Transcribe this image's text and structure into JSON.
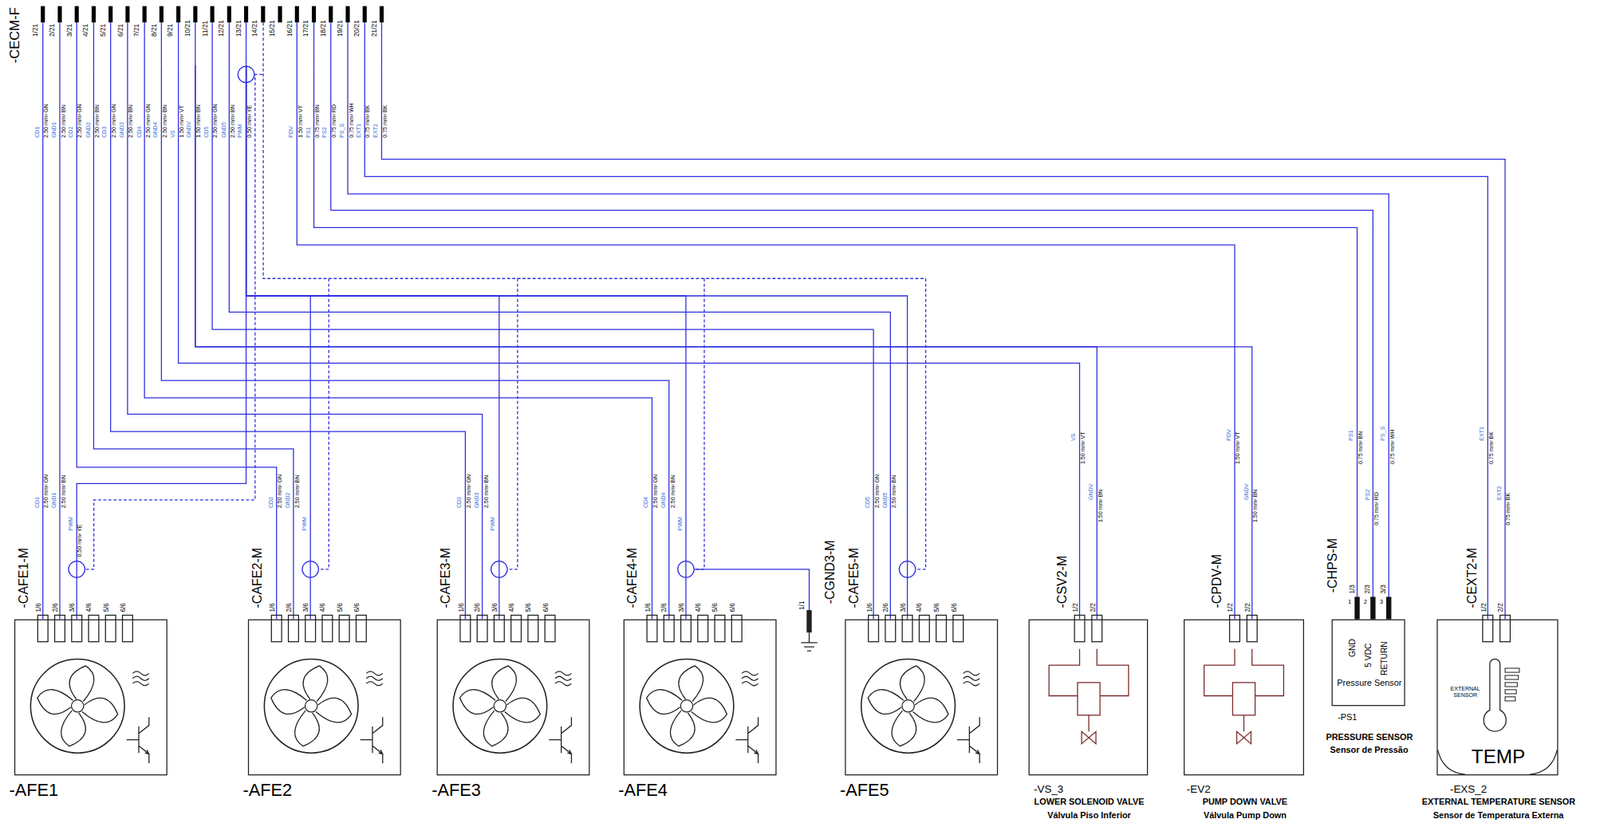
{
  "diagram": {
    "nodes": [
      {
        "text": [
          "-CECM-F"
        ]
      },
      {
        "text": [
          "-CAFE1-M",
          "-AFE1"
        ]
      },
      {
        "text": [
          "-CAFE2-M",
          "-AFE2"
        ]
      },
      {
        "text": [
          "-CAFE3-M",
          "-AFE3"
        ]
      },
      {
        "text": [
          "-CAFE4-M",
          "-AFE4"
        ]
      },
      {
        "text": [
          "-CAFE5-M",
          "-AFE5"
        ]
      },
      {
        "text": [
          "-CSV2-M",
          "-VS_3",
          "LOWER SOLENOID VALVE",
          "Válvula Piso Inferior"
        ]
      },
      {
        "text": [
          "-CPDV-M",
          "-EV2",
          "PUMP DOWN VALVE",
          "Válvula Pump Down"
        ]
      },
      {
        "text": [
          "-CHPS-M",
          "GND",
          "5 VDC",
          "RETURN",
          "Pressure Sensor",
          "-PS1",
          "PRESSURE SENSOR",
          "Sensor de Pressão"
        ]
      },
      {
        "text": [
          "-CEXT2-M",
          "EXTERNAL SENSOR",
          "TEMP",
          "-EXS_2",
          "EXTERNAL TEMPERATURE SENSOR",
          "Sensor de Temperatura Externa"
        ]
      }
    ],
    "edges": [
      {
        "from": 0,
        "to": 1,
        "arrow": "none"
      },
      {
        "from": 0,
        "to": 2,
        "arrow": "none"
      },
      {
        "from": 0,
        "to": 3,
        "arrow": "none"
      },
      {
        "from": 0,
        "to": 4,
        "arrow": "none"
      },
      {
        "from": 0,
        "to": 5,
        "arrow": "none"
      },
      {
        "from": 0,
        "to": 6,
        "arrow": "none"
      },
      {
        "from": 0,
        "to": 7,
        "arrow": "none"
      },
      {
        "from": 0,
        "to": 8,
        "arrow": "none"
      },
      {
        "from": 0,
        "to": 9,
        "arrow": "none"
      }
    ],
    "labels": [
      "1/21",
      "2/21",
      "3/21",
      "4/21",
      "5/21",
      "6/21",
      "7/21",
      "8/21",
      "9/21",
      "10/21",
      "11/21",
      "12/21",
      "13/21",
      "14/21",
      "15/21",
      "16/21",
      "17/21",
      "18/21",
      "19/21",
      "20/21",
      "21/21",
      "CD1",
      "2.50 mm² GN",
      "GND1",
      "2.50 mm² BN",
      "CD2",
      "2.50 mm² GN",
      "GND2",
      "2.50 mm² BN",
      "CD3",
      "2.50 mm² GN",
      "GND3",
      "2.50 mm² BN",
      "CD4",
      "2.50 mm² GN",
      "GND4",
      "2.50 mm² BN",
      "VS",
      "1.50 mm² VT",
      "GNDV",
      "1.50 mm² BN",
      "CD5",
      "2.50 mm² GN",
      "GND5",
      "2.50 mm² BN",
      "PWM",
      "0.50 mm² YE",
      "PDV",
      "1.50 mm² VT",
      "PS1",
      "0.75 mm² BN",
      "PS2",
      "0.75 mm² RD",
      "PS_S",
      "0.75 mm² WH",
      "EXT1",
      "0.75 mm² BK",
      "EXT2",
      "0.75 mm² BK",
      "CD1",
      "2.50 mm² GN",
      "GND1",
      "2.50 mm² BN",
      "PWM",
      "0.50 mm² YE",
      "CD2",
      "2.50 mm² GN",
      "GND2",
      "2.50 mm² BN",
      "PWM",
      "CD3",
      "2.50 mm² GN",
      "GND3",
      "2.50 mm² BN",
      "PWM",
      "CD4",
      "2.50 mm² GN",
      "GND4",
      "2.50 mm² BN",
      "PWM",
      "CD5",
      "2.50 mm² GN",
      "GND5",
      "2.50 mm² BN",
      "VS",
      "1.50 mm² VT",
      "GNDV",
      "1.50 mm² BN",
      "PDV",
      "1.50 mm² VT",
      "GNDV",
      "1.50 mm² BN",
      "PS1",
      "0.75 mm² BN",
      "PS2",
      "0.75 mm² RD",
      "PS_S",
      "0.75 mm² WH",
      "EXT1",
      "0.75 mm² BK",
      "EXT2",
      "0.75 mm² BK",
      "1/6",
      "2/6",
      "3/6",
      "4/6",
      "5/6",
      "6/6",
      "1/6",
      "2/6",
      "3/6",
      "4/6",
      "5/6",
      "6/6",
      "1/6",
      "2/6",
      "3/6",
      "4/6",
      "5/6",
      "6/6",
      "1/6",
      "2/6",
      "3/6",
      "4/6",
      "5/6",
      "6/6",
      "1/6",
      "2/6",
      "3/6",
      "4/6",
      "5/6",
      "6/6",
      "1/2",
      "2/2",
      "1/2",
      "2/2",
      "1/3",
      "2/3",
      "3/3",
      "1/2",
      "2/2",
      "1/1",
      "-CGND3-M",
      "1",
      "2",
      "3"
    ]
  }
}
